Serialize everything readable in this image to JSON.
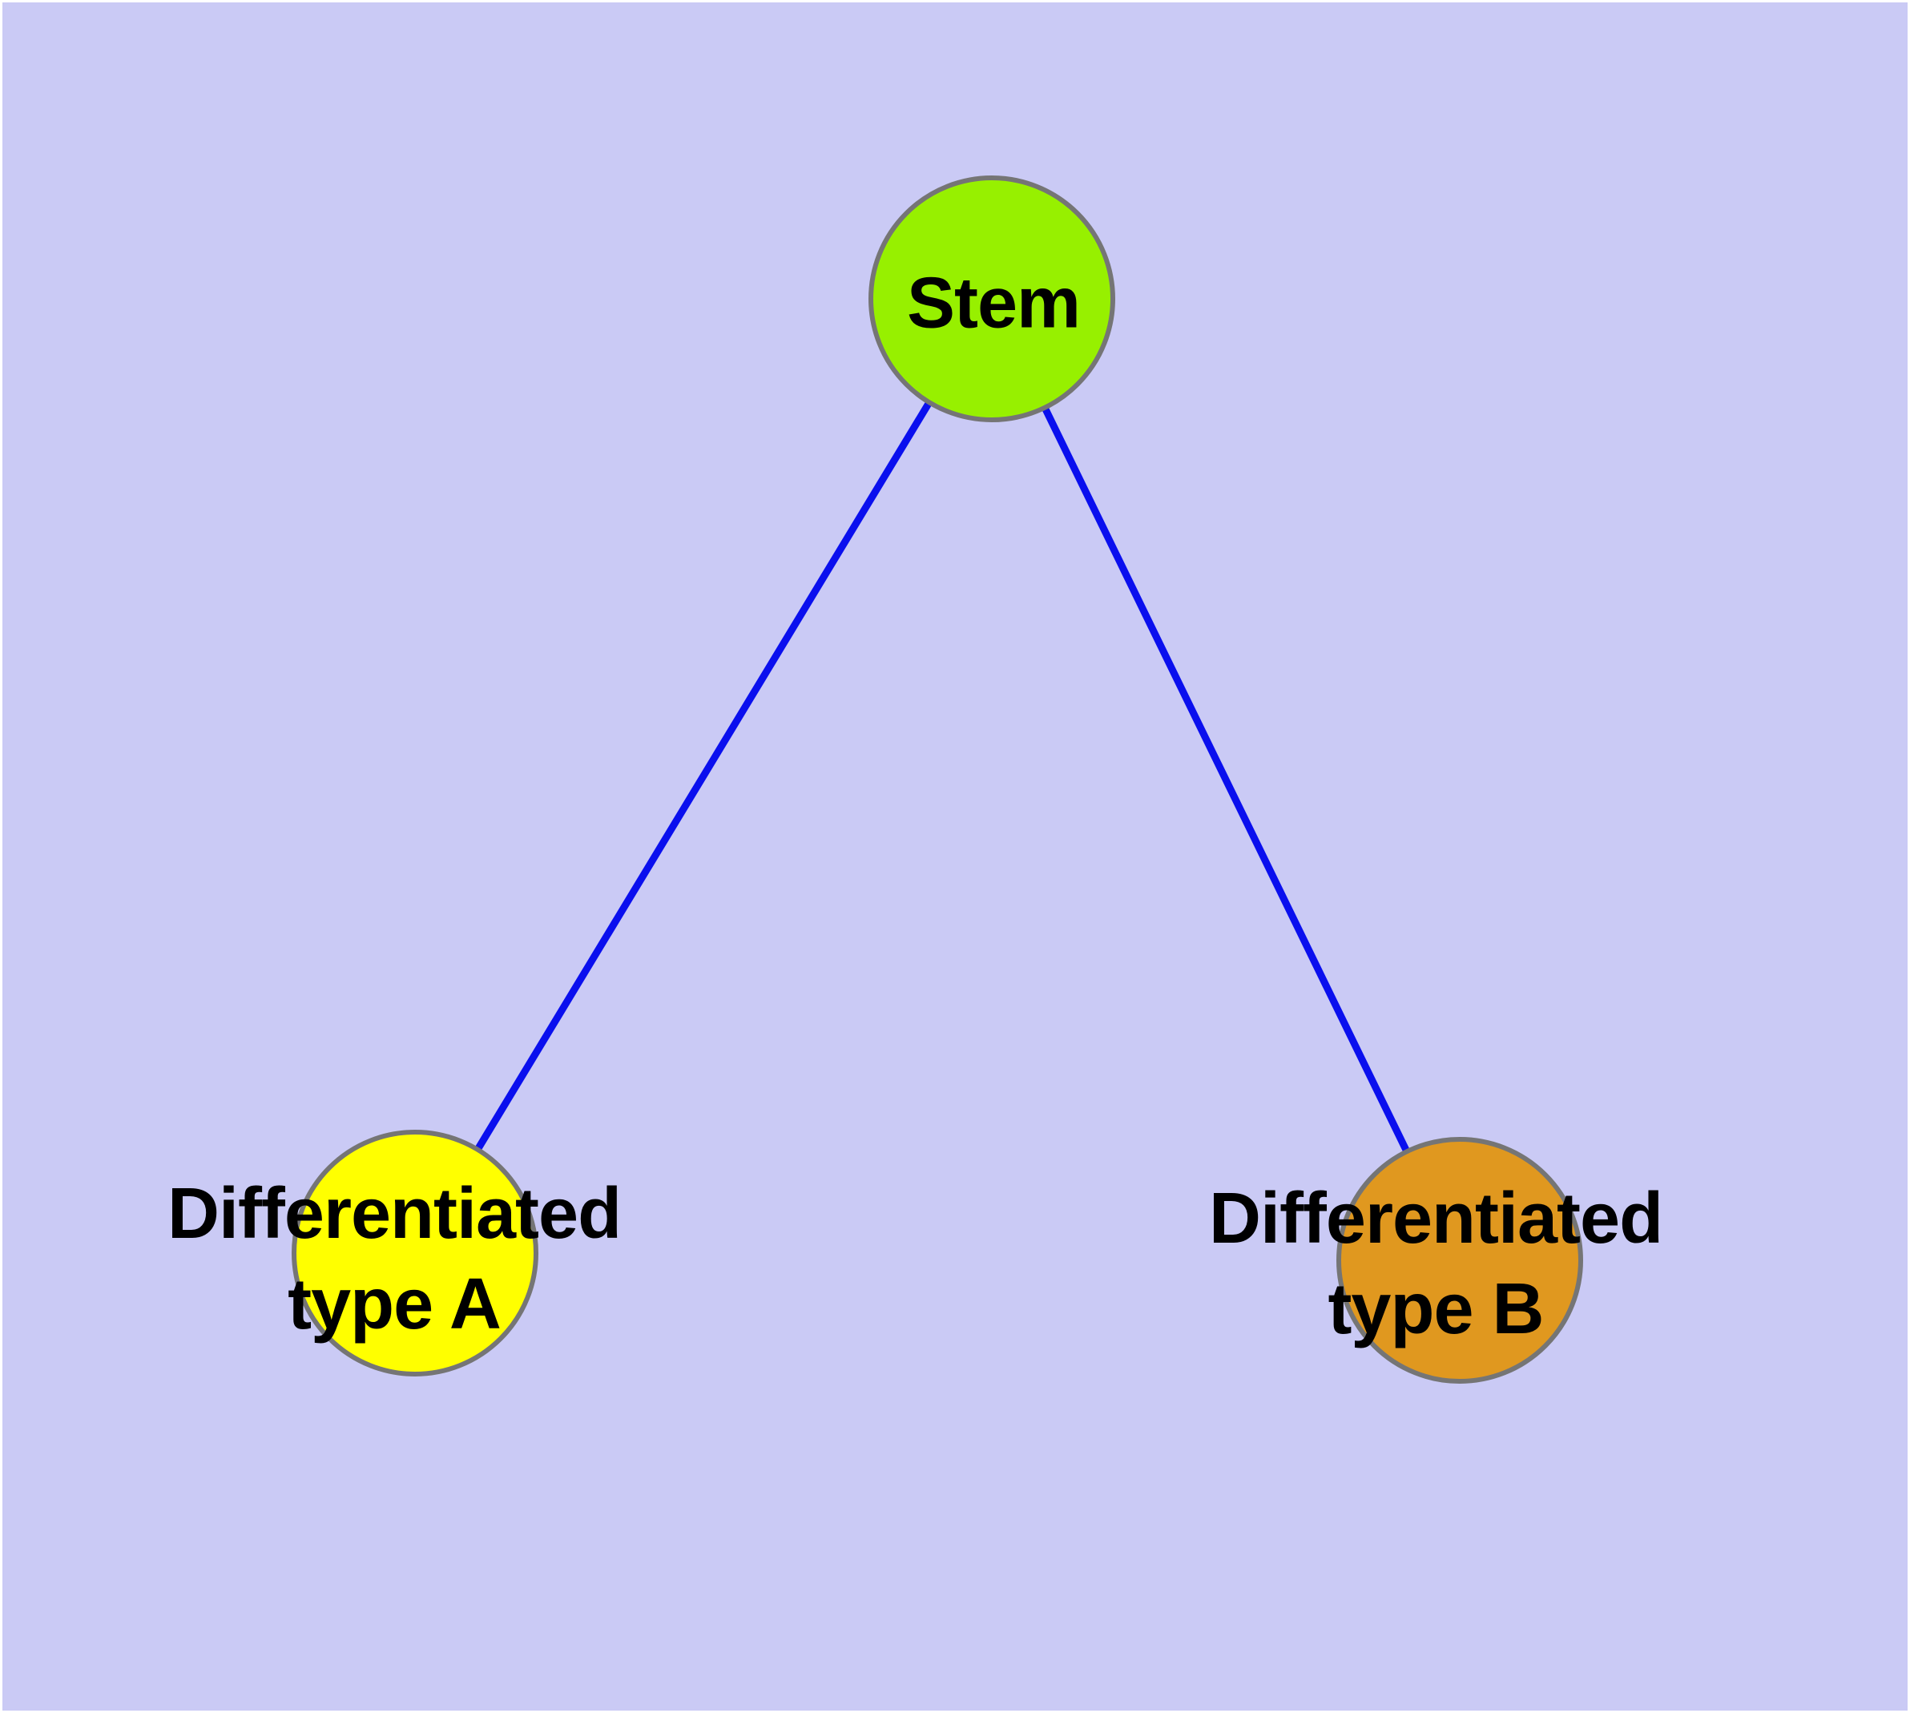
{
  "figure": {
    "type": "node-link-diagram",
    "background_color": "#cacaf5",
    "node_border_color": "#757575",
    "edge_color": "#0a0fee",
    "nodes": [
      {
        "id": "stem",
        "label": "Stem",
        "fill": "#97f000"
      },
      {
        "id": "type-a",
        "label_line1": "Differentiated",
        "label_line2": "type A",
        "fill": "#ffff00"
      },
      {
        "id": "type-b",
        "label_line1": "Differentiated",
        "label_line2": "type B",
        "fill": "#e0981f"
      }
    ],
    "edges": [
      {
        "from": "Stem",
        "to": "Differentiated type A",
        "color": "#0a0fee"
      },
      {
        "from": "Stem",
        "to": "Differentiated type B",
        "color": "#0a0fee"
      }
    ]
  }
}
